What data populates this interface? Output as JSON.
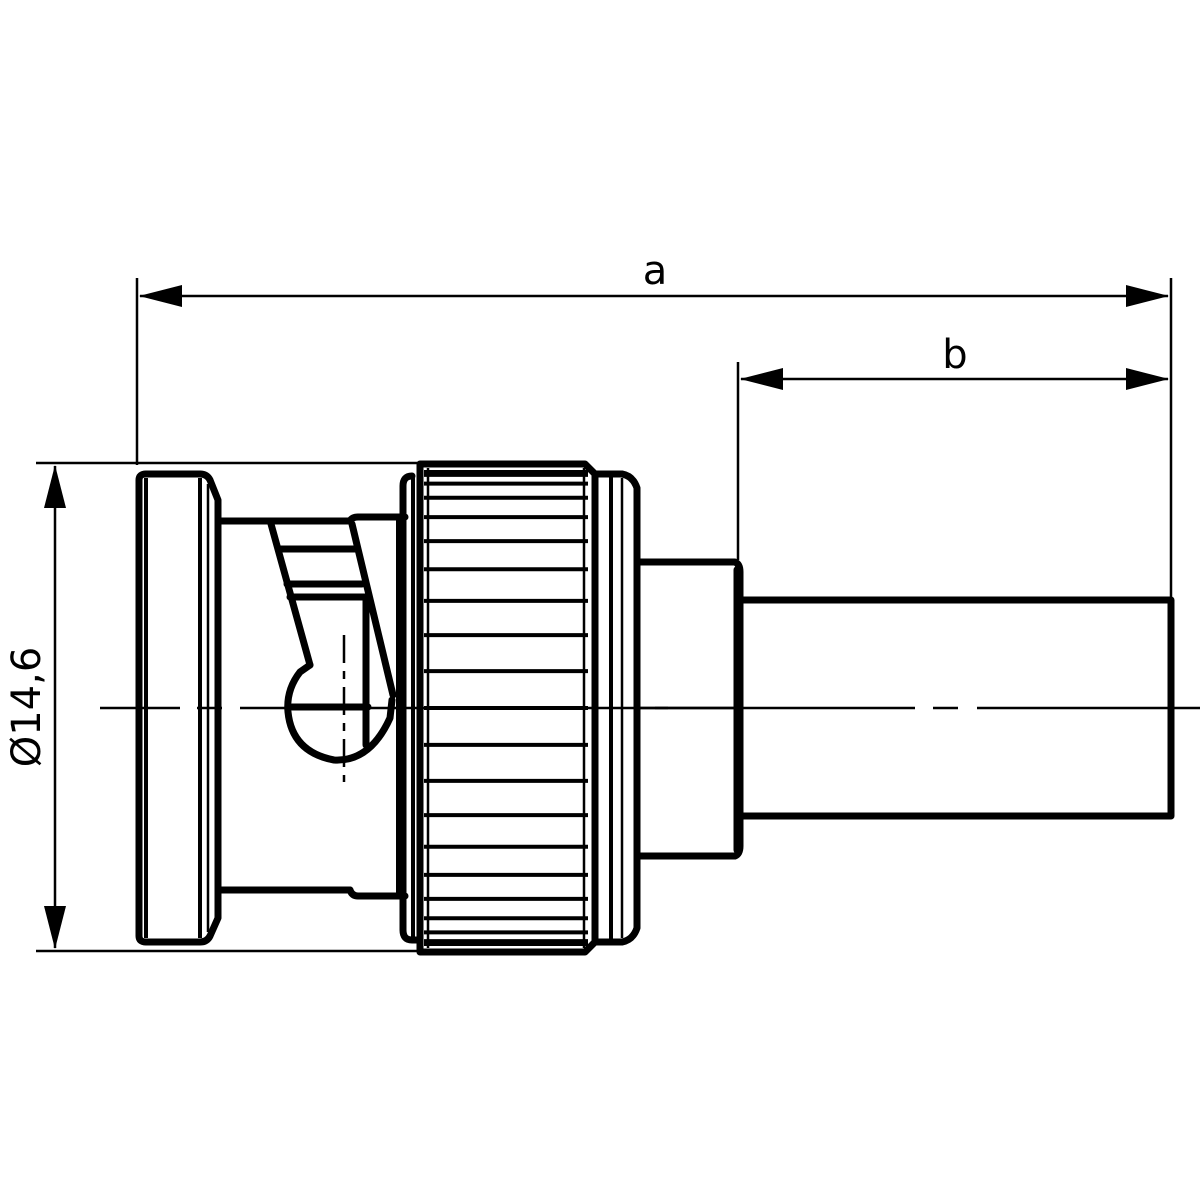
{
  "drawing": {
    "title": "BNC straight plug connector – technical dimension drawing",
    "part_type": "BNC plug (crimp/cable) side view",
    "line_color": "#000000",
    "background_color": "#ffffff"
  },
  "dimensions": {
    "overall_length": {
      "label": "a"
    },
    "cable_section_length": {
      "label": "b"
    },
    "diameter": {
      "label": "Ø14,6",
      "symbol": "Ø",
      "value": "14,6"
    }
  },
  "components": [
    {
      "name": "bayonet-flange",
      "description": "front coupling flange"
    },
    {
      "name": "bayonet-body",
      "description": "coupling sleeve with J-slot"
    },
    {
      "name": "knurled-nut",
      "description": "knurled coupling nut",
      "ribs": 20
    },
    {
      "name": "rear-ring",
      "description": "stepped rear collar"
    },
    {
      "name": "crimp-ferrule",
      "description": "crimp sleeve"
    },
    {
      "name": "cable",
      "description": "coaxial cable"
    }
  ]
}
